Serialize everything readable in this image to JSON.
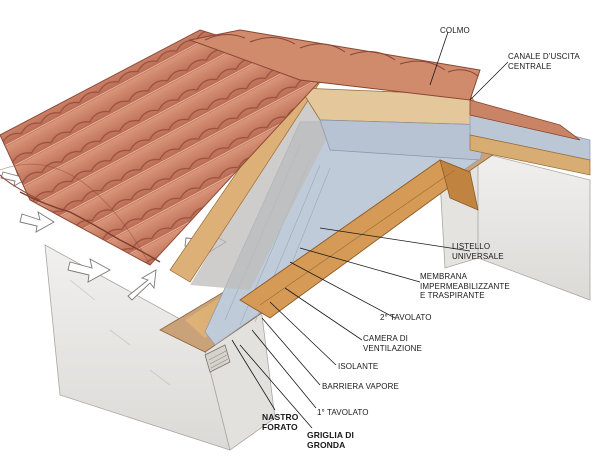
{
  "labels": {
    "colmo": "COLMO",
    "canale": "CANALE D'USCITA\nCENTRALE",
    "listello": "LISTELLO\nUNIVERSALE",
    "membrana": "MEMBRANA\nIMPERMEABILIZZANTE\nE TRASPIRANTE",
    "tavolato2": "2° TAVOLATO",
    "camera": "CAMERA DI\nVENTILAZIONE",
    "isolante": "ISOLANTE",
    "barriera": "BARRIERA VAPORE",
    "tavolato1": "1° TAVOLATO",
    "nastro": "NASTRO\nFORATO",
    "griglia": "GRIGLIA DI\nGRONDA"
  },
  "colors": {
    "tile": "#c97f62",
    "tile_dark": "#a65c45",
    "wood": "#d8a868",
    "wood_dark": "#b07a3e",
    "insulation": "#b9c4d6",
    "wall": "#ecebe9",
    "leader": "#1a1a1a"
  }
}
